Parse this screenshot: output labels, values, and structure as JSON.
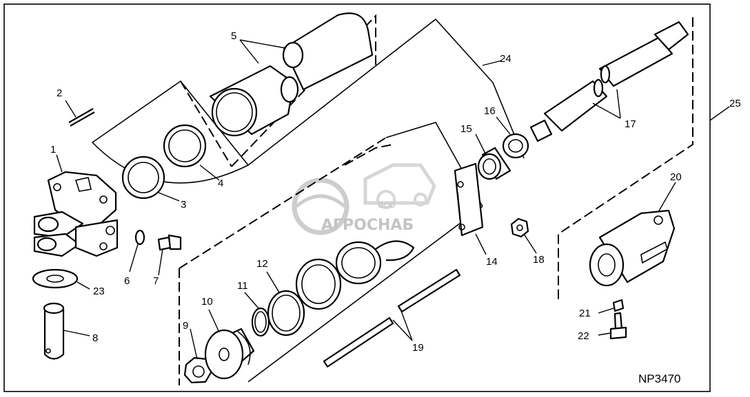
{
  "diagram": {
    "code": "NP3470",
    "watermark": {
      "small": "ООО",
      "brand": "АГРОСНАБ"
    },
    "labels": {
      "p1": "1",
      "p2": "2",
      "p3": "3",
      "p4": "4",
      "p5": "5",
      "p6": "6",
      "p7": "7",
      "p8": "8",
      "p9": "9",
      "p10": "10",
      "p11": "11",
      "p12": "12",
      "p14": "14",
      "p15": "15",
      "p16": "16",
      "p17": "17",
      "p18": "18",
      "p19": "19",
      "p20": "20",
      "p21": "21",
      "p22": "22",
      "p23": "23",
      "p24": "24",
      "p25": "25"
    }
  }
}
